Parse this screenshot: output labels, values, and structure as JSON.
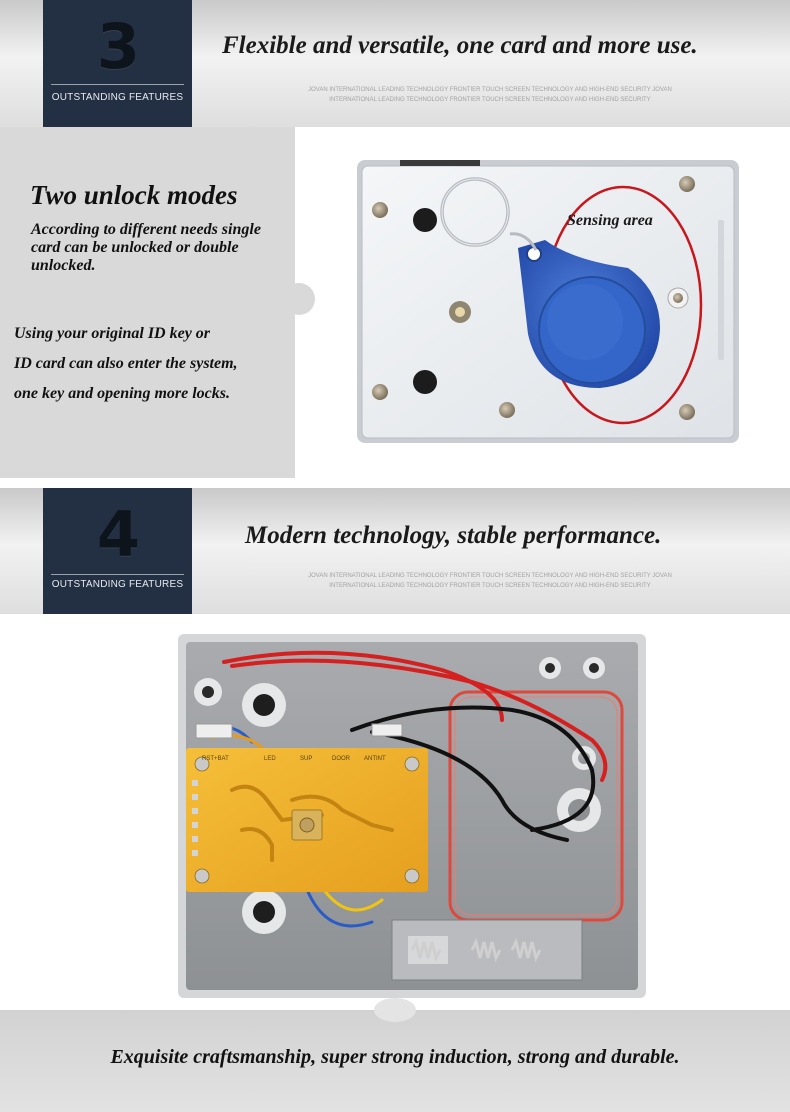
{
  "section3": {
    "number": "3",
    "badge_label": "OUTSTANDING FEATURES",
    "headline": "Flexible and versatile, one card and more use.",
    "fine_print": [
      "JOVAN INTERNATIONAL LEADING TECHNOLOGY FRONTIER TOUCH SCREEN TECHNOLOGY AND HIGH-END SECURITY JOVAN",
      "INTERNATIONAL LEADING TECHNOLOGY FRONTIER TOUCH SCREEN TECHNOLOGY AND HIGH-END SECURITY"
    ],
    "modes_title": "Two unlock modes",
    "modes_desc": "According to different needs single card can be unlocked or double unlocked.",
    "modes_extra": [
      "Using your original ID key or",
      "ID card can also enter the system,",
      "one key and opening more locks."
    ],
    "sensing_label": "Sensing area"
  },
  "section4": {
    "number": "4",
    "badge_label": "OUTSTANDING FEATURES",
    "headline": "Modern technology, stable performance.",
    "fine_print": [
      "JOVAN INTERNATIONAL LEADING TECHNOLOGY FRONTIER TOUCH SCREEN TECHNOLOGY AND HIGH-END SECURITY JOVAN",
      "INTERNATIONAL LEADING TECHNOLOGY FRONTIER TOUCH SCREEN TECHNOLOGY AND HIGH-END SECURITY"
    ],
    "pcb_labels": [
      "RST+BAT",
      "LED",
      "SUP",
      "DOOR",
      "ANTINT"
    ]
  },
  "footer": {
    "text": "Exquisite craftsmanship, super strong induction, strong and durable."
  },
  "colors": {
    "badge_bg": "#233043",
    "keyfob_blue": "#2f5fbf",
    "sensing_ring": "#c8161d",
    "pcb_yellow": "#f0b22a"
  }
}
